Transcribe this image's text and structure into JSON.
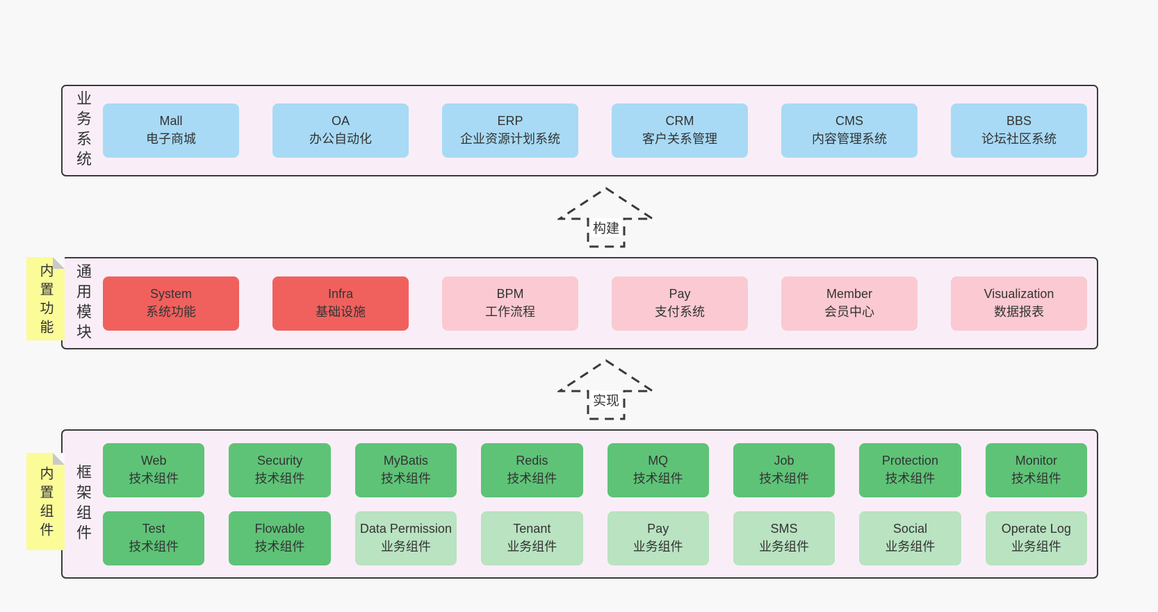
{
  "layers": [
    {
      "id": "business",
      "label": "业务系统",
      "rows": [
        [
          {
            "name": "Mall",
            "subtitle": "电子商城",
            "variant": "blue"
          },
          {
            "name": "OA",
            "subtitle": "办公自动化",
            "variant": "blue"
          },
          {
            "name": "ERP",
            "subtitle": "企业资源计划系统",
            "variant": "blue"
          },
          {
            "name": "CRM",
            "subtitle": "客户关系管理",
            "variant": "blue"
          },
          {
            "name": "CMS",
            "subtitle": "内容管理系统",
            "variant": "blue"
          },
          {
            "name": "BBS",
            "subtitle": "论坛社区系统",
            "variant": "blue"
          }
        ]
      ]
    },
    {
      "id": "modules",
      "label": "通用模块",
      "sticky": "内置功能",
      "rows": [
        [
          {
            "name": "System",
            "subtitle": "系统功能",
            "variant": "red"
          },
          {
            "name": "Infra",
            "subtitle": "基础设施",
            "variant": "red"
          },
          {
            "name": "BPM",
            "subtitle": "工作流程",
            "variant": "pink"
          },
          {
            "name": "Pay",
            "subtitle": "支付系统",
            "variant": "pink"
          },
          {
            "name": "Member",
            "subtitle": "会员中心",
            "variant": "pink"
          },
          {
            "name": "Visualization",
            "subtitle": "数据报表",
            "variant": "pink"
          }
        ]
      ]
    },
    {
      "id": "components",
      "label": "框架组件",
      "sticky": "内置组件",
      "rows": [
        [
          {
            "name": "Web",
            "subtitle": "技术组件",
            "variant": "green"
          },
          {
            "name": "Security",
            "subtitle": "技术组件",
            "variant": "green"
          },
          {
            "name": "MyBatis",
            "subtitle": "技术组件",
            "variant": "green"
          },
          {
            "name": "Redis",
            "subtitle": "技术组件",
            "variant": "green"
          },
          {
            "name": "MQ",
            "subtitle": "技术组件",
            "variant": "green"
          },
          {
            "name": "Job",
            "subtitle": "技术组件",
            "variant": "green"
          },
          {
            "name": "Protection",
            "subtitle": "技术组件",
            "variant": "green"
          },
          {
            "name": "Monitor",
            "subtitle": "技术组件",
            "variant": "green"
          }
        ],
        [
          {
            "name": "Test",
            "subtitle": "技术组件",
            "variant": "green"
          },
          {
            "name": "Flowable",
            "subtitle": "技术组件",
            "variant": "green"
          },
          {
            "name": "Data Permission",
            "subtitle": "业务组件",
            "variant": "lightgreen"
          },
          {
            "name": "Tenant",
            "subtitle": "业务组件",
            "variant": "lightgreen"
          },
          {
            "name": "Pay",
            "subtitle": "业务组件",
            "variant": "lightgreen"
          },
          {
            "name": "SMS",
            "subtitle": "业务组件",
            "variant": "lightgreen"
          },
          {
            "name": "Social",
            "subtitle": "业务组件",
            "variant": "lightgreen"
          },
          {
            "name": "Operate Log",
            "subtitle": "业务组件",
            "variant": "lightgreen"
          }
        ]
      ]
    }
  ],
  "arrows": [
    {
      "label": "构建"
    },
    {
      "label": "实现"
    }
  ],
  "colors": {
    "blue": "#a8daf5",
    "red": "#f0615e",
    "pink": "#fbc9d1",
    "green": "#5ec377",
    "lightgreen": "#b9e3c1",
    "sticky": "#fbfb98",
    "layerBg": "#f9eef7",
    "border": "#3a3a3a",
    "pageBg": "#f8f8f8"
  }
}
